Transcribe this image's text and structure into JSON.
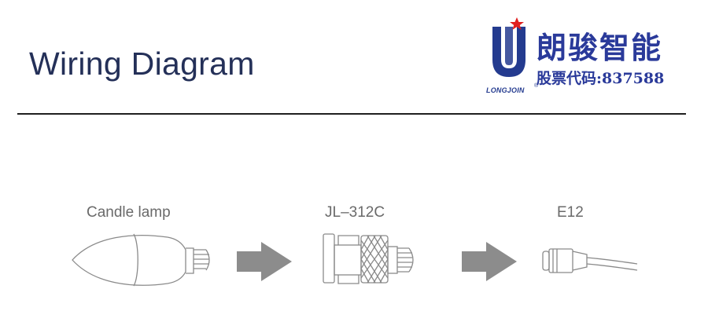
{
  "header": {
    "title": "Wiring Diagram"
  },
  "brand": {
    "logo_text": "LONGJOIN",
    "name_cn": "朗骏智能",
    "stock_label": "股票代码:",
    "stock_code": "837588",
    "colors": {
      "blue": "#243b8f",
      "red": "#e02020"
    }
  },
  "diagram": {
    "steps": [
      {
        "label": "Candle lamp",
        "icon": "candle-lamp-icon"
      },
      {
        "label": "JL–312C",
        "icon": "adapter-icon"
      },
      {
        "label": "E12",
        "icon": "e12-socket-icon"
      }
    ],
    "arrow_icon": "arrow-right-icon",
    "colors": {
      "line": "#8a8a8a",
      "arrow": "#8c8c8c"
    }
  }
}
